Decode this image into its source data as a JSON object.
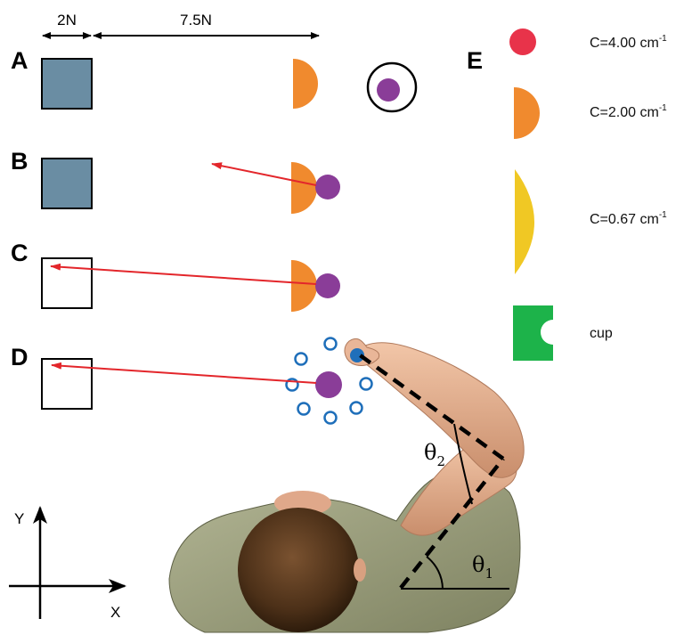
{
  "dimensions": {
    "start_width": "2N",
    "reach_distance": "7.5N"
  },
  "panels": {
    "a": "A",
    "b": "B",
    "c": "C",
    "d": "D",
    "e": "E"
  },
  "legend": [
    {
      "label": "C=4.00 cm",
      "superscript": "-1",
      "shape": "circle",
      "color": "#e8334a"
    },
    {
      "label": "C=2.00 cm",
      "superscript": "-1",
      "shape": "half-disc",
      "color": "#f08a2e"
    },
    {
      "label": "C=0.67 cm",
      "superscript": "-1",
      "shape": "segment",
      "color": "#f0c824"
    },
    {
      "label": "cup",
      "superscript": "",
      "shape": "cup",
      "color": "#1db34a"
    }
  ],
  "colors": {
    "start_fill": "#6a8da3",
    "object_orange": "#f08a2e",
    "cursor_purple": "#8a3d98",
    "force_arrow": "#e3262b",
    "target_ring_blue": "#1f6fba",
    "arm_skin": "#e8b898",
    "shirt": "#9c9f7e"
  },
  "axes": {
    "y": "Y",
    "x": "X"
  },
  "angles": {
    "theta": "θ",
    "sub1": "1",
    "sub2": "2"
  }
}
